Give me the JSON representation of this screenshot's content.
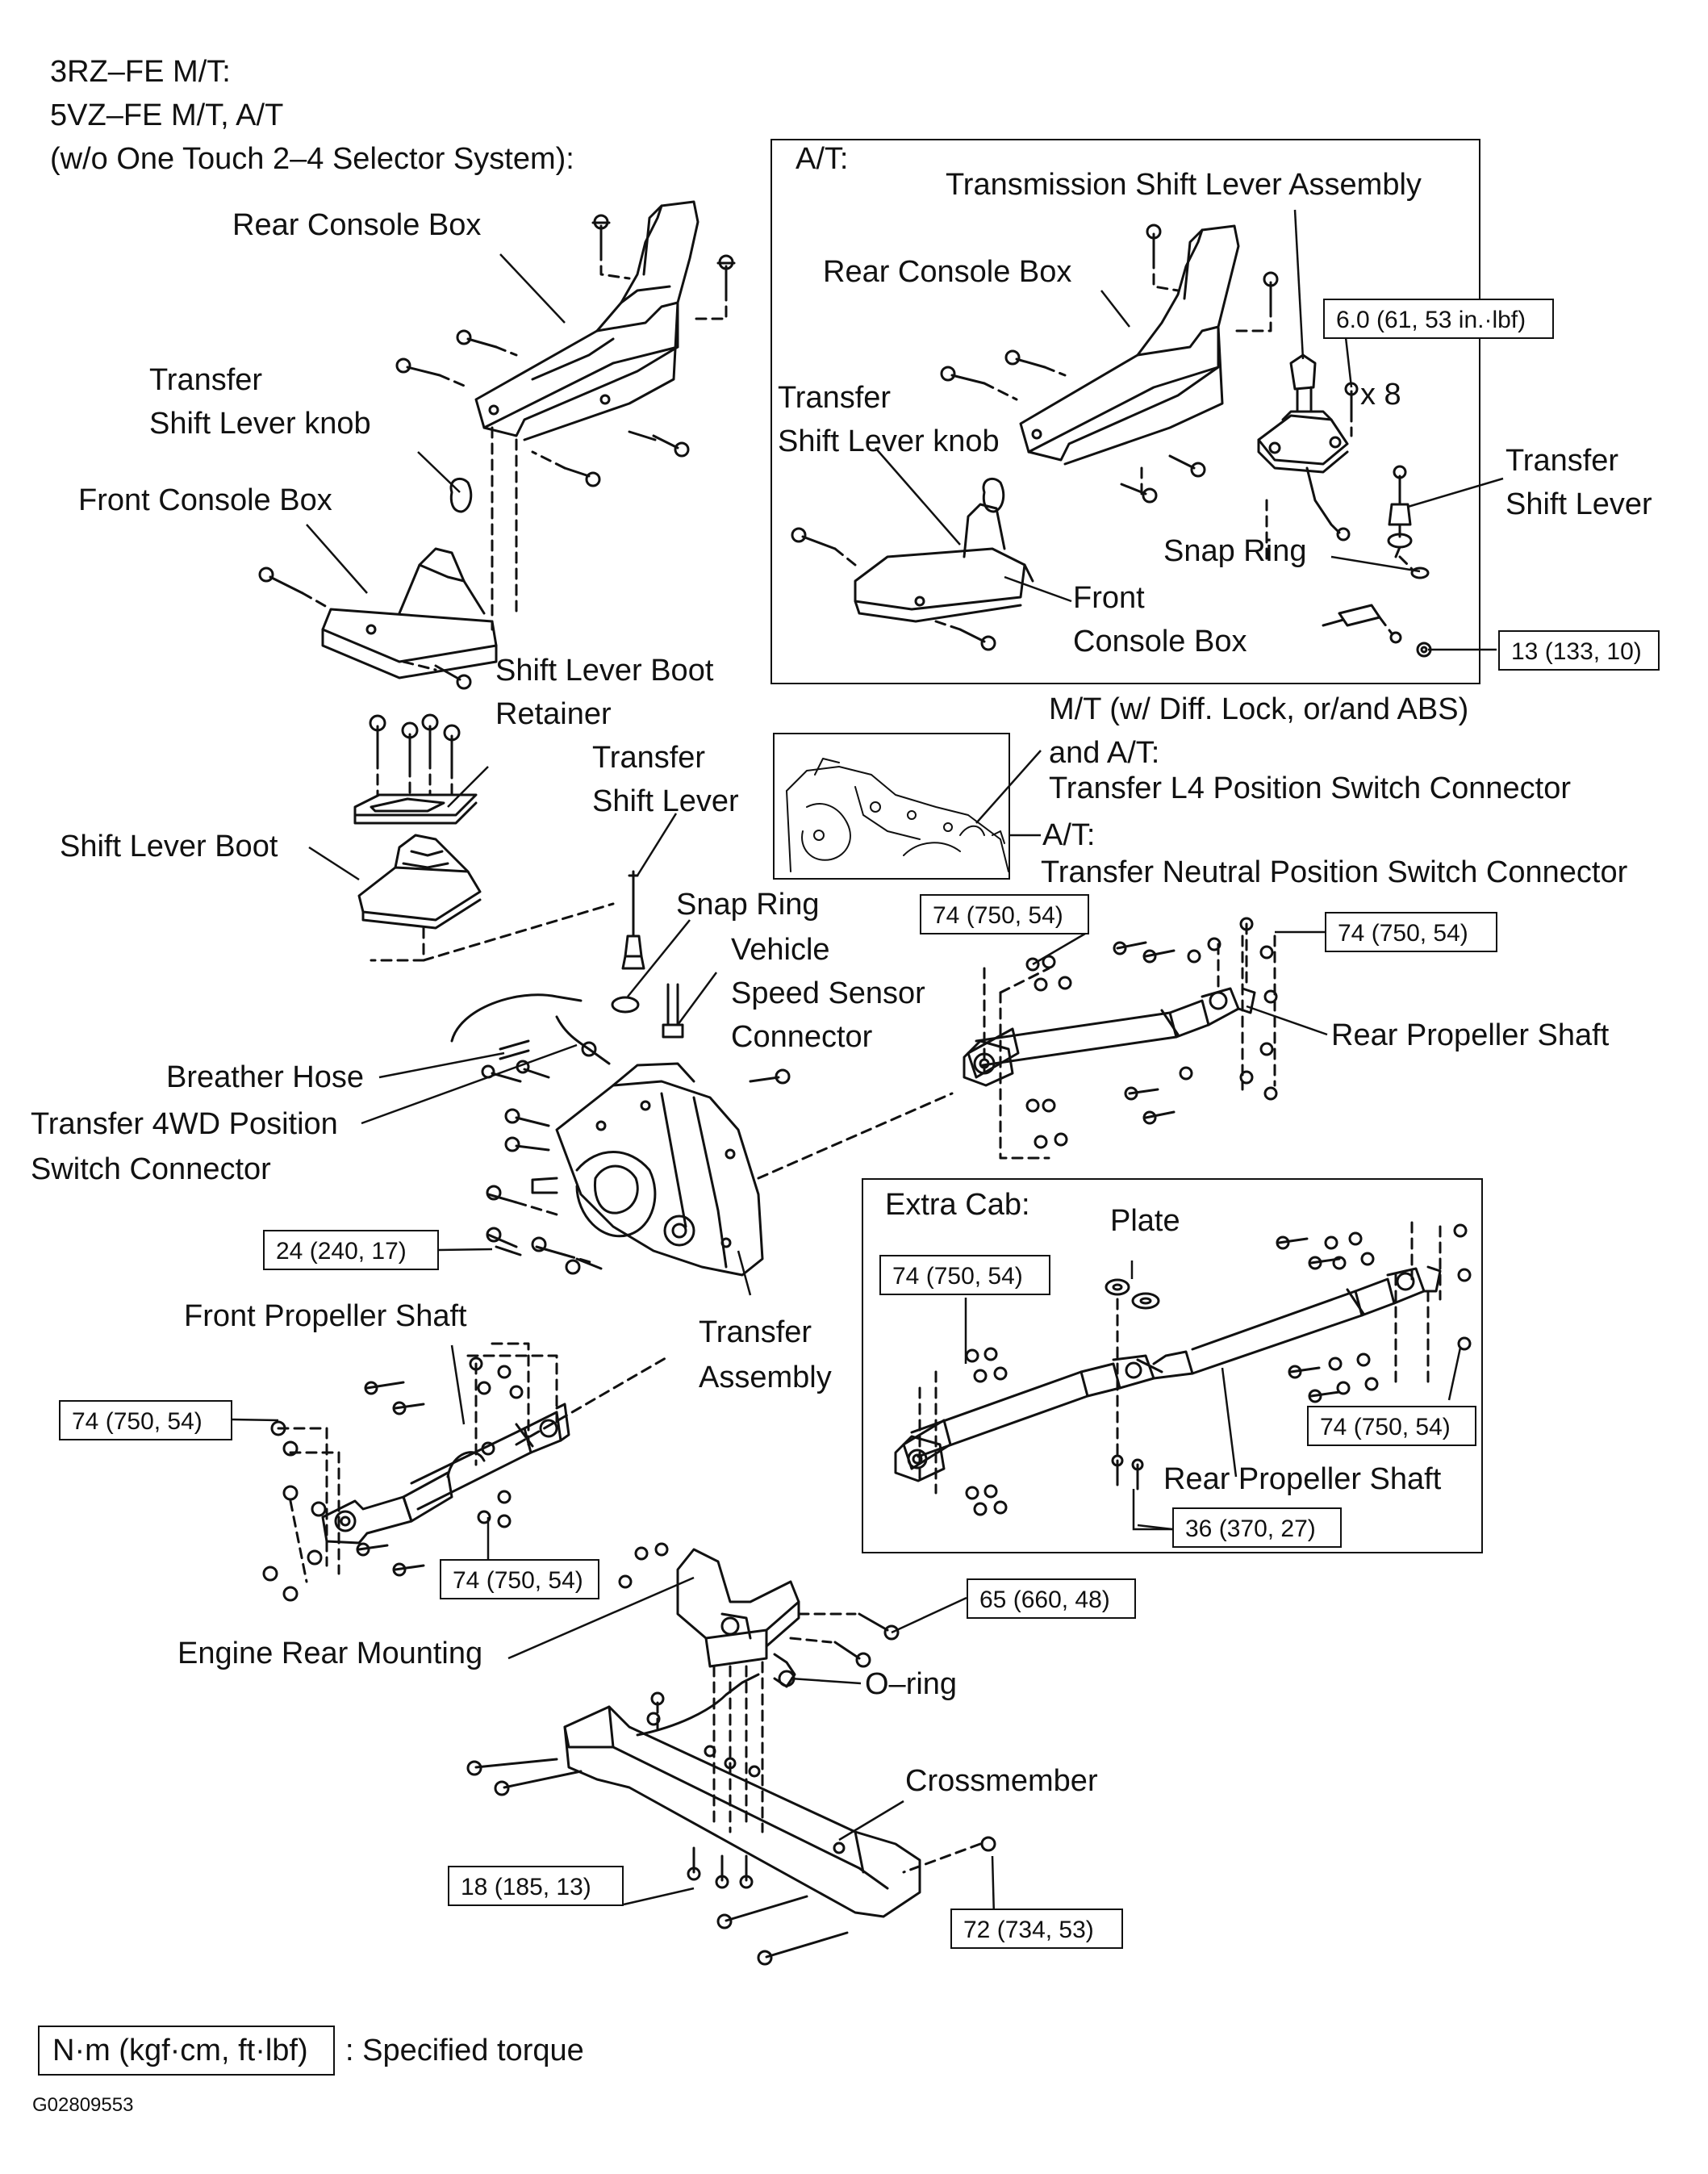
{
  "header": {
    "line1": "3RZ–FE M/T:",
    "line2": "5VZ–FE M/T, A/T",
    "line3": "(w/o One Touch 2–4 Selector System):"
  },
  "at_inset": {
    "title": "A/T:",
    "transmission_shift_lever_assembly": "Transmission Shift Lever Assembly",
    "rear_console_box": "Rear Console Box",
    "torque_6": "6.0 (61, 53 in.·lbf)",
    "x8": "x 8",
    "transfer_knob_1": "Transfer",
    "transfer_knob_2": "Shift Lever knob",
    "transfer_lever_1": "Transfer",
    "transfer_lever_2": "Shift Lever",
    "snap_ring": "Snap Ring",
    "front_console_1": "Front",
    "front_console_2": "Console Box",
    "torque_13": "13 (133, 10)"
  },
  "main": {
    "rear_console_box": "Rear Console Box",
    "transfer_knob_1": "Transfer",
    "transfer_knob_2": "Shift Lever knob",
    "front_console_box": "Front Console Box",
    "boot_retainer_1": "Shift Lever Boot",
    "boot_retainer_2": "Retainer",
    "shift_lever_boot": "Shift Lever Boot",
    "transfer_lever_1": "Transfer",
    "transfer_lever_2": "Shift Lever",
    "snap_ring": "Snap Ring",
    "vss_1": "Vehicle",
    "vss_2": "Speed Sensor",
    "vss_3": "Connector",
    "breather_hose": "Breather Hose",
    "fourwd_1": "Transfer 4WD Position",
    "fourwd_2": "Switch Connector",
    "torque_24": "24 (240, 17)",
    "transfer_assembly_1": "Transfer",
    "transfer_assembly_2": "Assembly",
    "front_propeller_shaft": "Front Propeller Shaft",
    "torque_74_left": "74 (750, 54)",
    "torque_74_bottom": "74 (750, 54)",
    "engine_rear_mounting": "Engine Rear Mounting",
    "torque_65": "65 (660, 48)",
    "o_ring": "O–ring",
    "crossmember": "Crossmember",
    "torque_18": "18 (185, 13)",
    "torque_72": "72 (734, 53)"
  },
  "switch_inset": {
    "mt_1": "M/T (w/ Diff. Lock, or/and ABS)",
    "mt_2": "and A/T:",
    "l4": "Transfer L4 Position Switch Connector",
    "at": "A/T:",
    "neutral": "Transfer Neutral Position Switch Connector"
  },
  "rear_shaft": {
    "label": "Rear Propeller Shaft",
    "torque_left": "74 (750, 54)",
    "torque_right": "74 (750, 54)"
  },
  "extra_cab": {
    "title": "Extra Cab:",
    "plate": "Plate",
    "torque_74_left": "74 (750, 54)",
    "torque_74_right": "74 (750, 54)",
    "rear_propeller_shaft": "Rear Propeller Shaft",
    "torque_36": "36 (370, 27)"
  },
  "legend": {
    "box": "N·m (kgf·cm, ft·lbf)",
    "text": ": Specified torque"
  },
  "figure_code": "G02809553"
}
